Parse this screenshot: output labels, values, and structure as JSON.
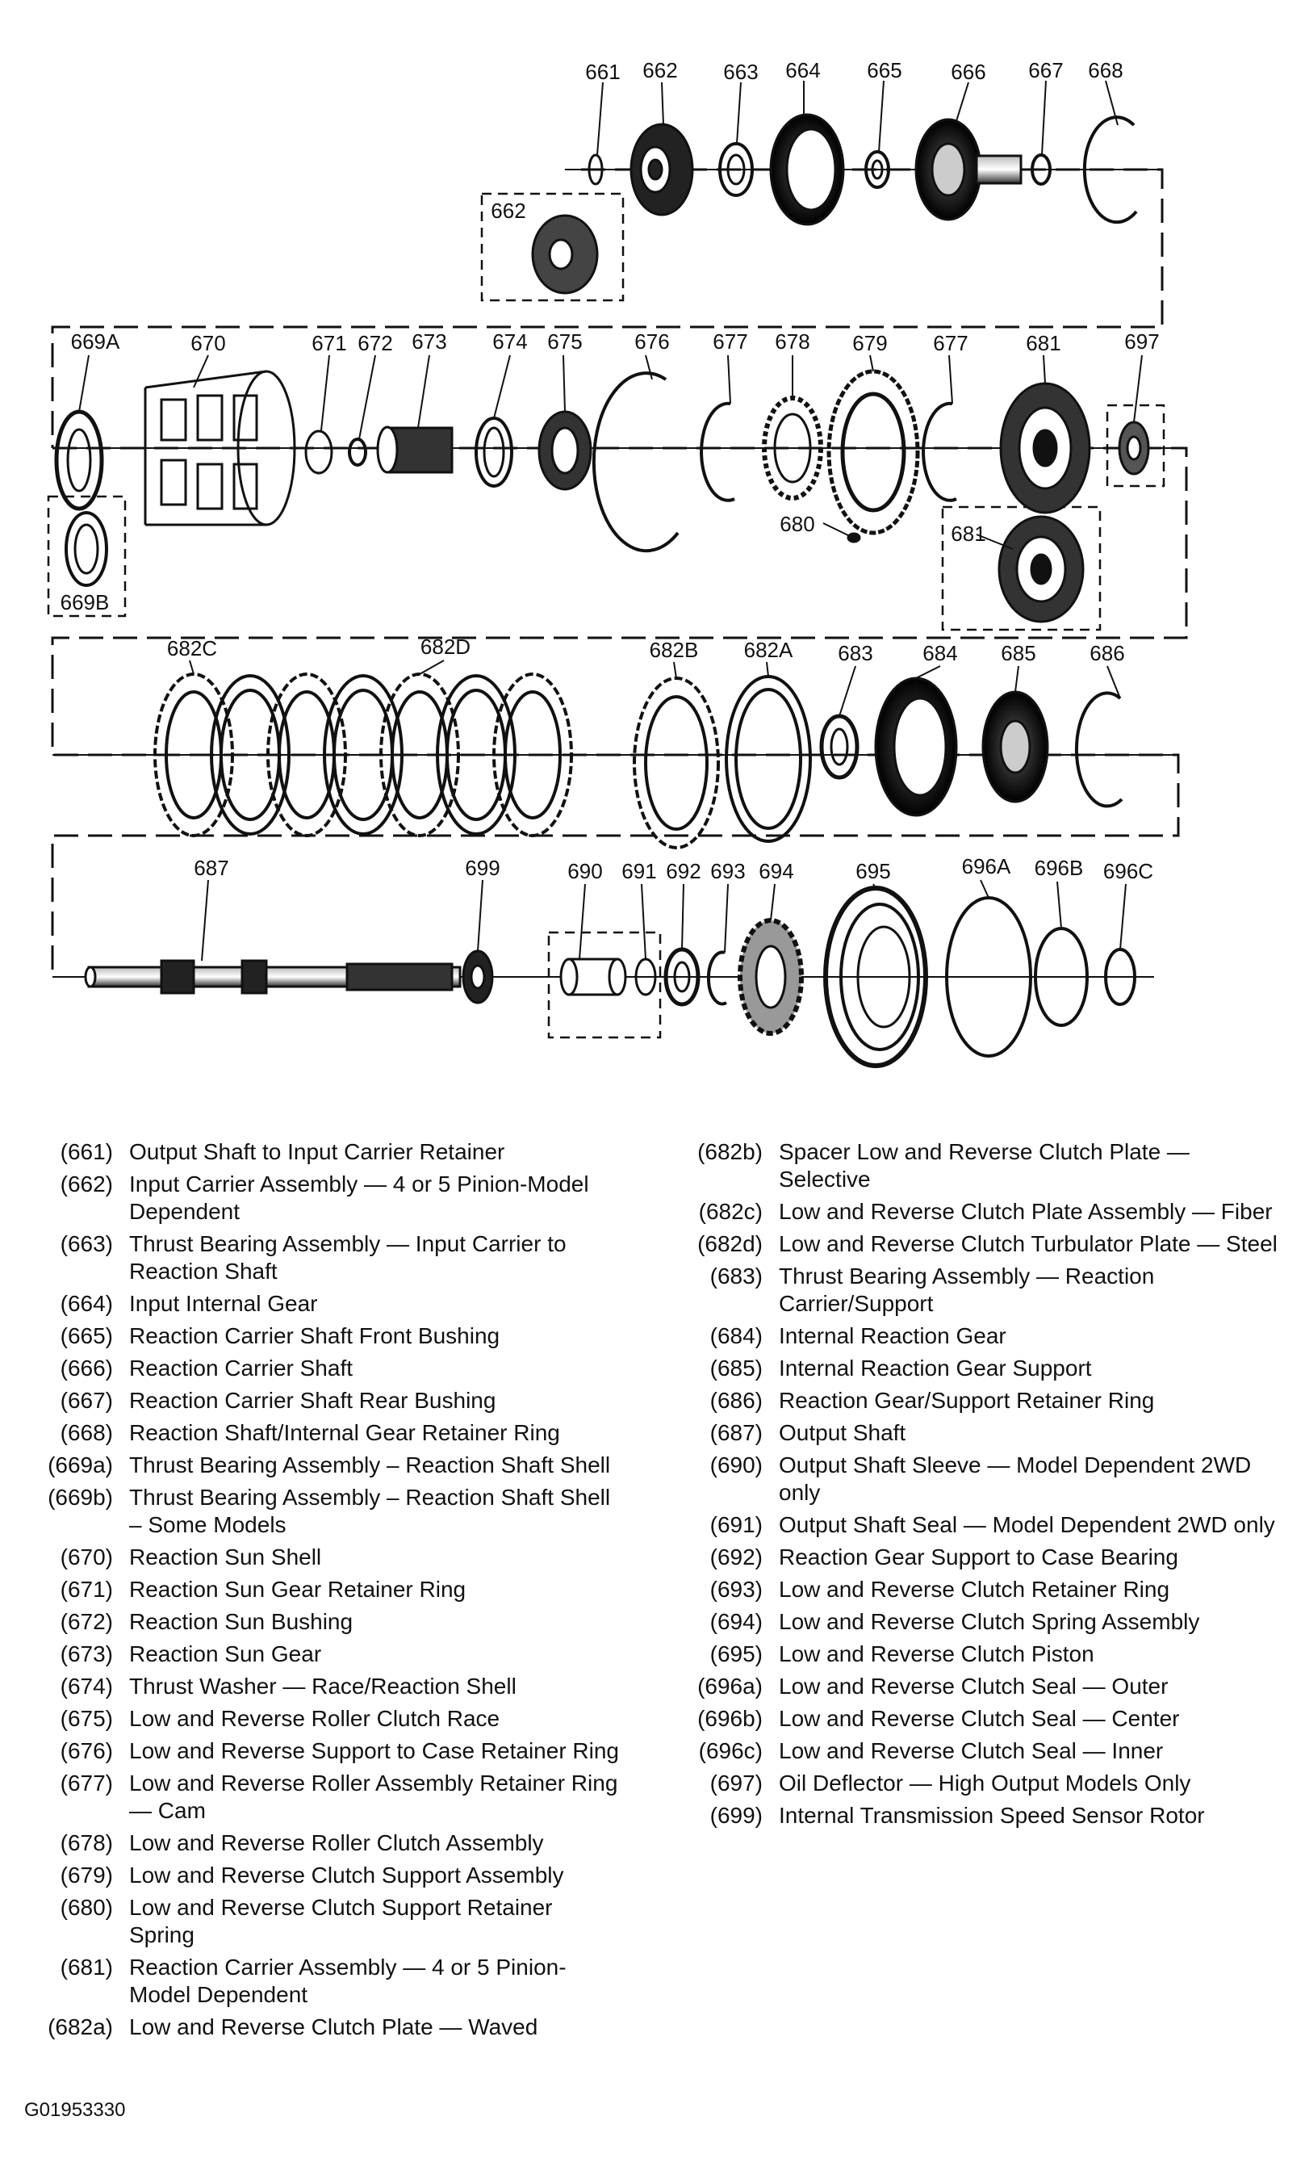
{
  "diagram": {
    "callouts": {
      "c661": "661",
      "c662": "662",
      "c663": "663",
      "c664": "664",
      "c665": "665",
      "c666": "666",
      "c667": "667",
      "c668": "668",
      "c662alt": "662",
      "c669A": "669A",
      "c670": "670",
      "c671": "671",
      "c672": "672",
      "c673": "673",
      "c674": "674",
      "c675": "675",
      "c676": "676",
      "c677a": "677",
      "c678": "678",
      "c679": "679",
      "c677b": "677",
      "c681": "681",
      "c697": "697",
      "c680": "680",
      "c681alt": "681",
      "c669B": "669B",
      "c682C": "682C",
      "c682D": "682D",
      "c682B": "682B",
      "c682A": "682A",
      "c683": "683",
      "c684": "684",
      "c685": "685",
      "c686": "686",
      "c687": "687",
      "c699": "699",
      "c690": "690",
      "c691": "691",
      "c692": "692",
      "c693": "693",
      "c694": "694",
      "c695": "695",
      "c696A": "696A",
      "c696B": "696B",
      "c696C": "696C"
    }
  },
  "legend_left": [
    {
      "num": "(661)",
      "desc": "Output Shaft to Input Carrier Retainer"
    },
    {
      "num": "(662)",
      "desc": "Input Carrier Assembly — 4 or 5 Pinion-Model Dependent"
    },
    {
      "num": "(663)",
      "desc": "Thrust Bearing Assembly — Input Carrier to Reaction Shaft"
    },
    {
      "num": "(664)",
      "desc": "Input Internal Gear"
    },
    {
      "num": "(665)",
      "desc": "Reaction Carrier Shaft Front Bushing"
    },
    {
      "num": "(666)",
      "desc": "Reaction Carrier Shaft"
    },
    {
      "num": "(667)",
      "desc": "Reaction Carrier Shaft Rear Bushing"
    },
    {
      "num": "(668)",
      "desc": "Reaction Shaft/Internal Gear Retainer Ring"
    },
    {
      "num": "(669a)",
      "desc": "Thrust Bearing Assembly – Reaction Shaft Shell"
    },
    {
      "num": "(669b)",
      "desc": "Thrust Bearing Assembly – Reaction Shaft Shell – Some Models"
    },
    {
      "num": "(670)",
      "desc": "Reaction Sun Shell"
    },
    {
      "num": "(671)",
      "desc": "Reaction Sun Gear Retainer Ring"
    },
    {
      "num": "(672)",
      "desc": "Reaction Sun Bushing"
    },
    {
      "num": "(673)",
      "desc": "Reaction Sun Gear"
    },
    {
      "num": "(674)",
      "desc": "Thrust Washer — Race/Reaction Shell"
    },
    {
      "num": "(675)",
      "desc": "Low and Reverse Roller Clutch Race"
    },
    {
      "num": "(676)",
      "desc": "Low and Reverse Support to Case Retainer Ring"
    },
    {
      "num": "(677)",
      "desc": "Low and Reverse Roller Assembly Retainer Ring — Cam"
    },
    {
      "num": "(678)",
      "desc": "Low and Reverse Roller Clutch Assembly"
    },
    {
      "num": "(679)",
      "desc": "Low and Reverse Clutch Support Assembly"
    },
    {
      "num": "(680)",
      "desc": "Low and Reverse Clutch Support Retainer Spring"
    },
    {
      "num": "(681)",
      "desc": "Reaction Carrier Assembly — 4 or 5 Pinion-Model Dependent"
    },
    {
      "num": "(682a)",
      "desc": "Low and Reverse Clutch Plate — Waved"
    }
  ],
  "legend_right": [
    {
      "num": "(682b)",
      "desc": "Spacer Low and Reverse Clutch Plate — Selective"
    },
    {
      "num": "(682c)",
      "desc": "Low and Reverse Clutch Plate Assembly — Fiber"
    },
    {
      "num": "(682d)",
      "desc": "Low and Reverse Clutch Turbulator Plate — Steel"
    },
    {
      "num": "(683)",
      "desc": "Thrust Bearing Assembly — Reaction Carrier/Support"
    },
    {
      "num": "(684)",
      "desc": "Internal Reaction Gear"
    },
    {
      "num": "(685)",
      "desc": "Internal Reaction Gear Support"
    },
    {
      "num": "(686)",
      "desc": "Reaction Gear/Support Retainer Ring"
    },
    {
      "num": "(687)",
      "desc": "Output Shaft"
    },
    {
      "num": "(690)",
      "desc": "Output Shaft Sleeve — Model Dependent 2WD only"
    },
    {
      "num": "(691)",
      "desc": "Output Shaft Seal — Model Dependent 2WD only"
    },
    {
      "num": "(692)",
      "desc": "Reaction Gear Support to Case Bearing"
    },
    {
      "num": "(693)",
      "desc": "Low and Reverse Clutch Retainer Ring"
    },
    {
      "num": "(694)",
      "desc": "Low and Reverse Clutch Spring Assembly"
    },
    {
      "num": "(695)",
      "desc": "Low and Reverse Clutch Piston"
    },
    {
      "num": "(696a)",
      "desc": "Low and Reverse Clutch Seal — Outer"
    },
    {
      "num": "(696b)",
      "desc": "Low and Reverse Clutch Seal — Center"
    },
    {
      "num": "(696c)",
      "desc": "Low and Reverse Clutch Seal — Inner"
    },
    {
      "num": "(697)",
      "desc": "Oil Deflector — High Output Models Only"
    },
    {
      "num": "(699)",
      "desc": "Internal Transmission Speed Sensor Rotor"
    }
  ],
  "figure_id": "G01953330"
}
